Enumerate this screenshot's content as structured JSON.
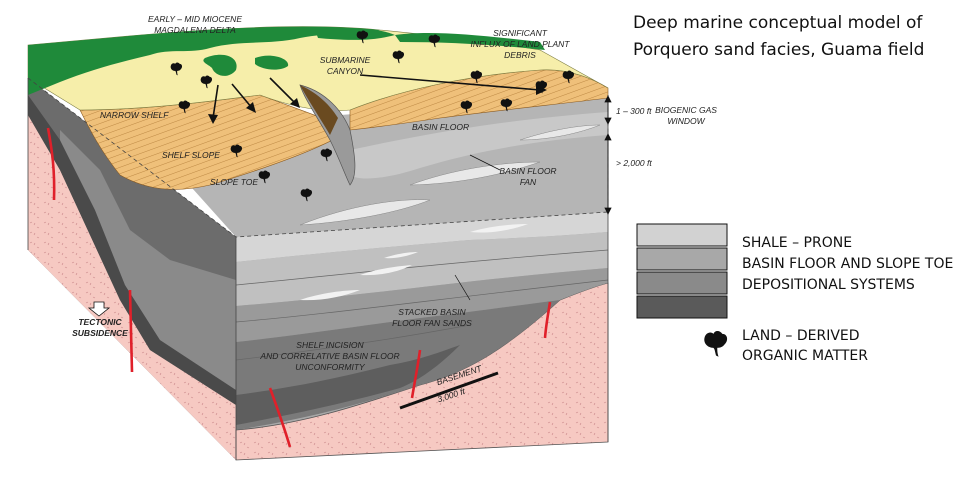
{
  "title": {
    "line1": "Deep marine conceptual model of",
    "line2": "Porquero sand facies, Guama field"
  },
  "labels": {
    "age_line1": "EARLY – MID MIOCENE",
    "age_line2": "MAGDALENA DELTA",
    "narrow_shelf": "NARROW SHELF",
    "submarine_canyon_1": "SUBMARINE",
    "submarine_canyon_2": "CANYON",
    "influx_1": "SIGNIFICANT",
    "influx_2": "INFLUX OF LAND PLANT",
    "influx_3": "DEBRIS",
    "basin_floor": "BASIN FLOOR",
    "shelf_slope": "SHELF  SLOPE",
    "slope_toe": "SLOPE TOE",
    "basin_floor_fan_1": "BASIN FLOOR",
    "basin_floor_fan_2": "FAN",
    "depth_upper": "1 – 300 ft",
    "depth_lower": "> 2,000 ft",
    "biogenic_1": "BIOGENIC GAS",
    "biogenic_2": "WINDOW",
    "stacked_1": "STACKED BASIN",
    "stacked_2": "FLOOR FAN SANDS",
    "tectonic_1": "TECTONIC",
    "tectonic_2": "SUBSIDENCE",
    "incision_1": "SHELF INCISION",
    "incision_2": "AND CORRELATIVE BASIN FLOOR",
    "incision_3": "UNCONFORMITY",
    "basement": "BASEMENT",
    "scale": "3,000 ft"
  },
  "legend": {
    "items": [
      {
        "label": "SHALE – PRONE",
        "color": "#d2d2d2"
      },
      {
        "label": "BASIN FLOOR AND SLOPE TOE",
        "color": "#a8a8a8"
      },
      {
        "label": "DEPOSITIONAL SYSTEMS",
        "color": "#8a8a8a"
      },
      {
        "label": "",
        "color": "#5a5a5a"
      }
    ],
    "organic_line1": "LAND – DERIVED",
    "organic_line2": "ORGANIC MATTER"
  },
  "colors": {
    "green": "#1f8a3a",
    "sand": "#f6eeaa",
    "slope_orange": "#efc07a",
    "basement_pink": "#f6c9c2",
    "fault_red": "#e0202a"
  },
  "icons": {
    "organic": "leaf-icon",
    "subsidence": "down-arrow-icon"
  }
}
